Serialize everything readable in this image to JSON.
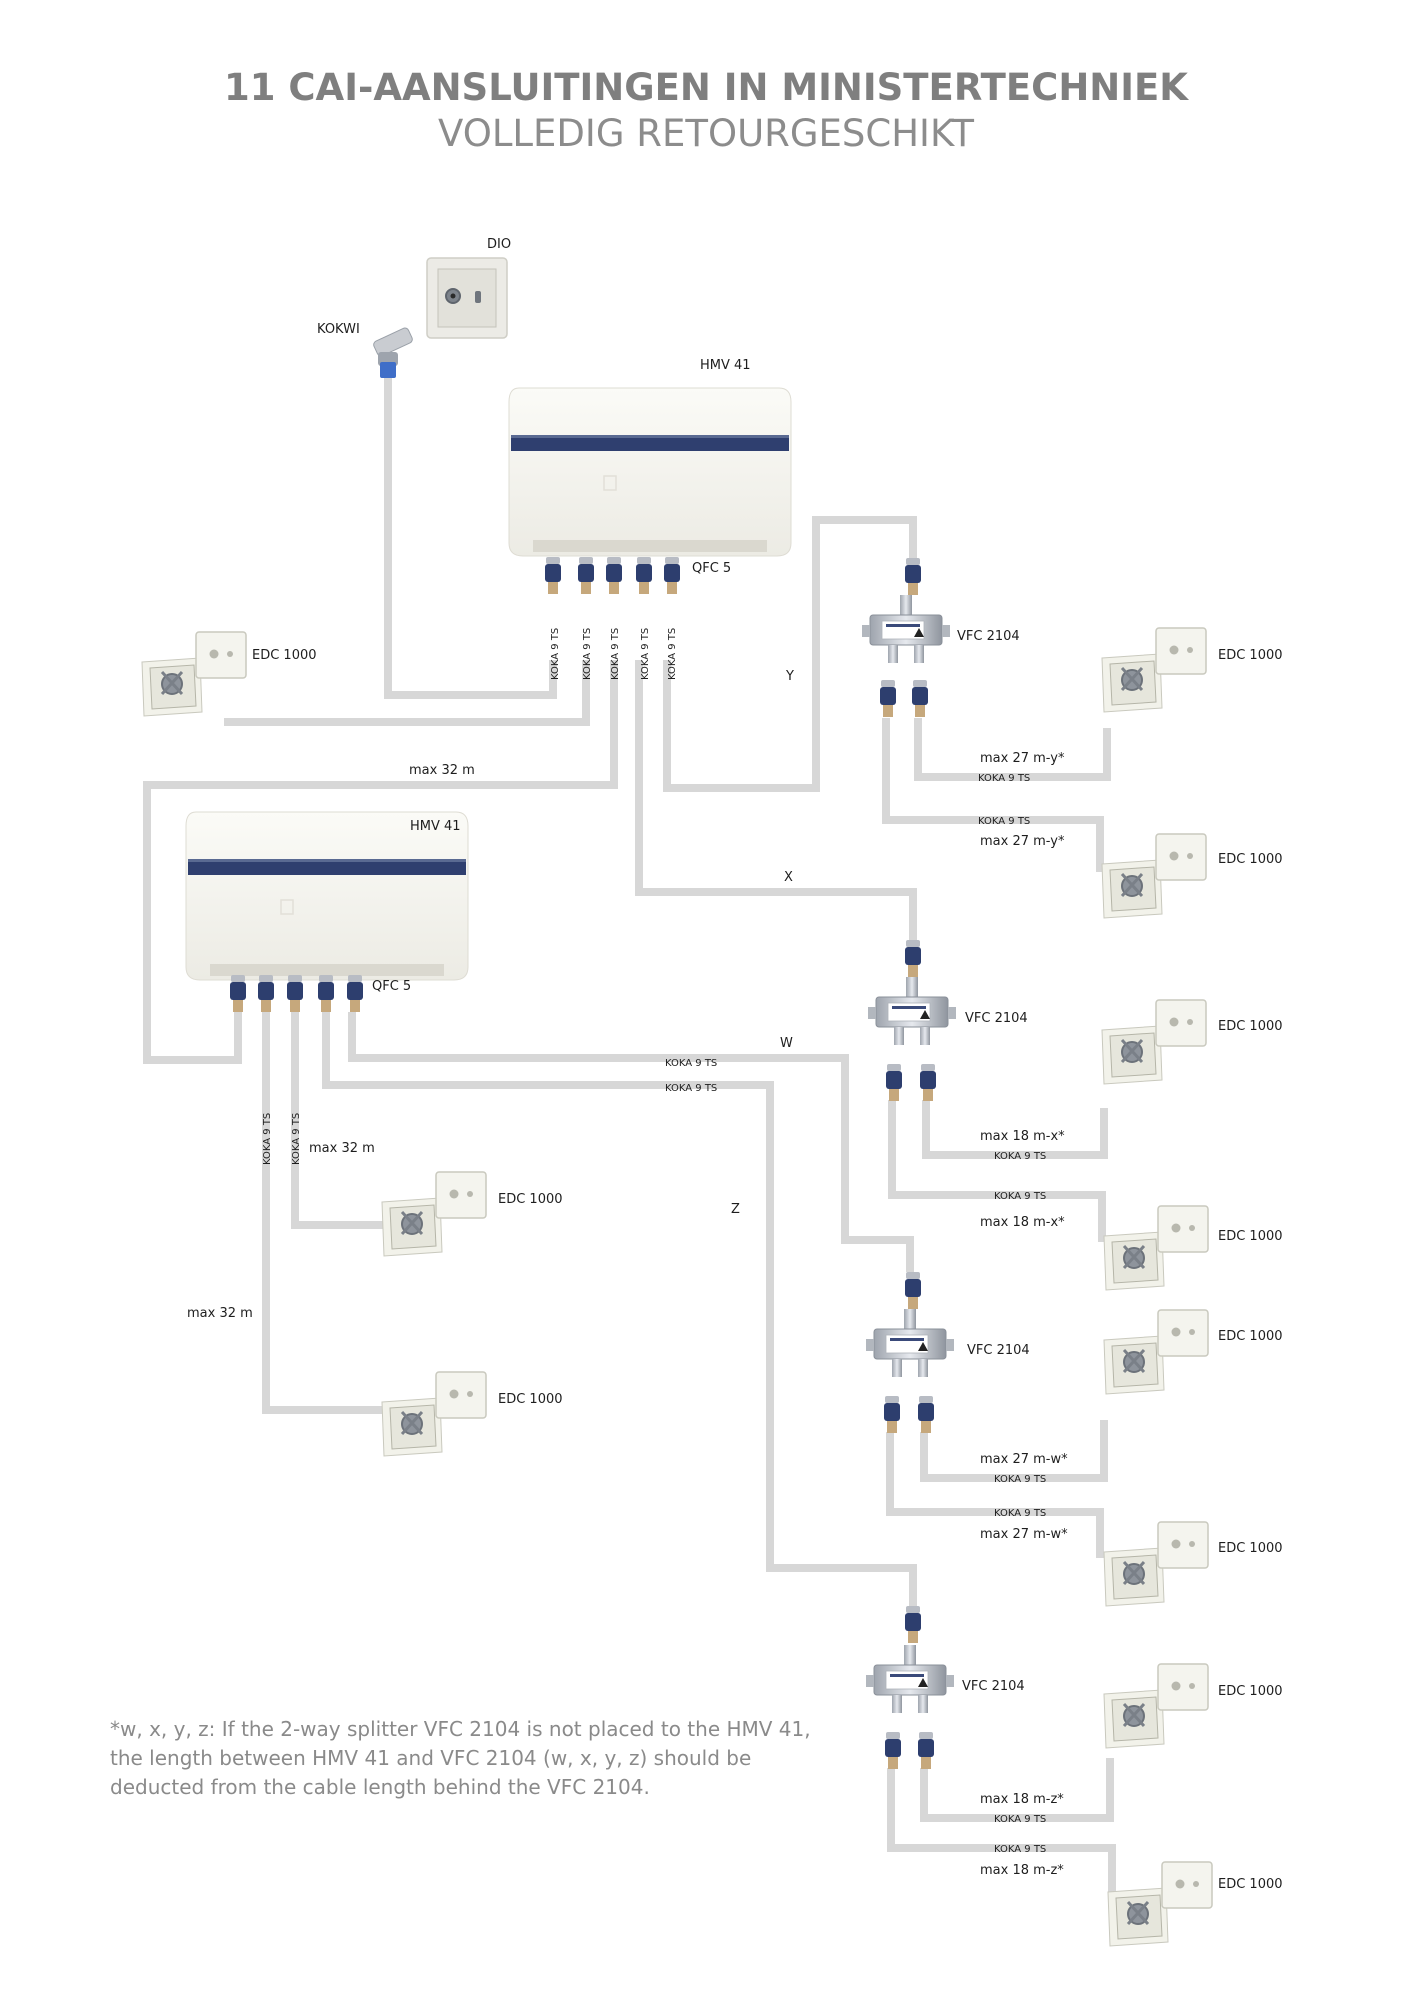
{
  "title": {
    "line1": "11 CAI-AANSLUITINGEN IN MINISTERTECHNIEK",
    "line2": "VOLLEDIG RETOURGESCHIKT"
  },
  "labels": {
    "dio": "DIO",
    "kokwi": "KOKWI",
    "hmv_top": "HMV 41",
    "qfc_top": "QFC 5",
    "hmv_left": "HMV 41",
    "qfc_left": "QFC 5",
    "edc_left": "EDC 1000",
    "koka": "KOKA 9 TS",
    "vfc1": "VFC 2104",
    "vfc2": "VFC 2104",
    "vfc3": "VFC 2104",
    "vfc4": "VFC 2104",
    "y": "Y",
    "x": "X",
    "w": "W",
    "z": "Z",
    "max32_top": "max 32 m",
    "max32_mid": "max 32 m",
    "max32_low": "max 32 m",
    "max27y_a": "max 27 m-y*",
    "max27y_b": "max 27 m-y*",
    "max18x_a": "max 18 m-x*",
    "max18x_b": "max 18 m-x*",
    "max27w_a": "max 27 m-w*",
    "max27w_b": "max 27 m-w*",
    "max18z_a": "max 18 m-z*",
    "max18z_b": "max 18 m-z*",
    "edc": "EDC 1000"
  },
  "note": {
    "line1": "*w, x, y, z:  If the 2-way splitter VFC 2104 is not placed to the HMV 41,",
    "line2": "the length between HMV 41 and VFC 2104 (w, x, y, z) should be",
    "line3": "deducted from the cable length behind the VFC 2104."
  },
  "colors": {
    "cable": "#d7d7d7",
    "connector": "#2d3e6e",
    "band": "#2f3f6f",
    "title": "#7f7f7f"
  }
}
